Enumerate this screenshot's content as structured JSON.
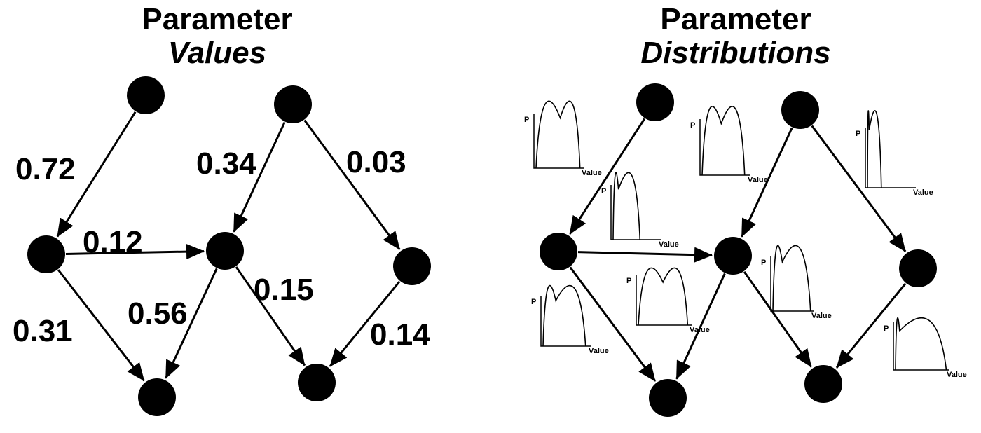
{
  "left_panel": {
    "title_line1": "Parameter",
    "title_line2": "Values",
    "weights": [
      "0.72",
      "0.12",
      "0.31",
      "0.34",
      "0.56",
      "0.15",
      "0.03",
      "0.14"
    ]
  },
  "right_panel": {
    "title_line1": "Parameter",
    "title_line2": "Distributions",
    "dist_y_label": "P",
    "dist_x_label": "Value",
    "plot_count": 8
  },
  "colors": {
    "node": "#000000",
    "edge": "#000000",
    "background": "#ffffff"
  }
}
